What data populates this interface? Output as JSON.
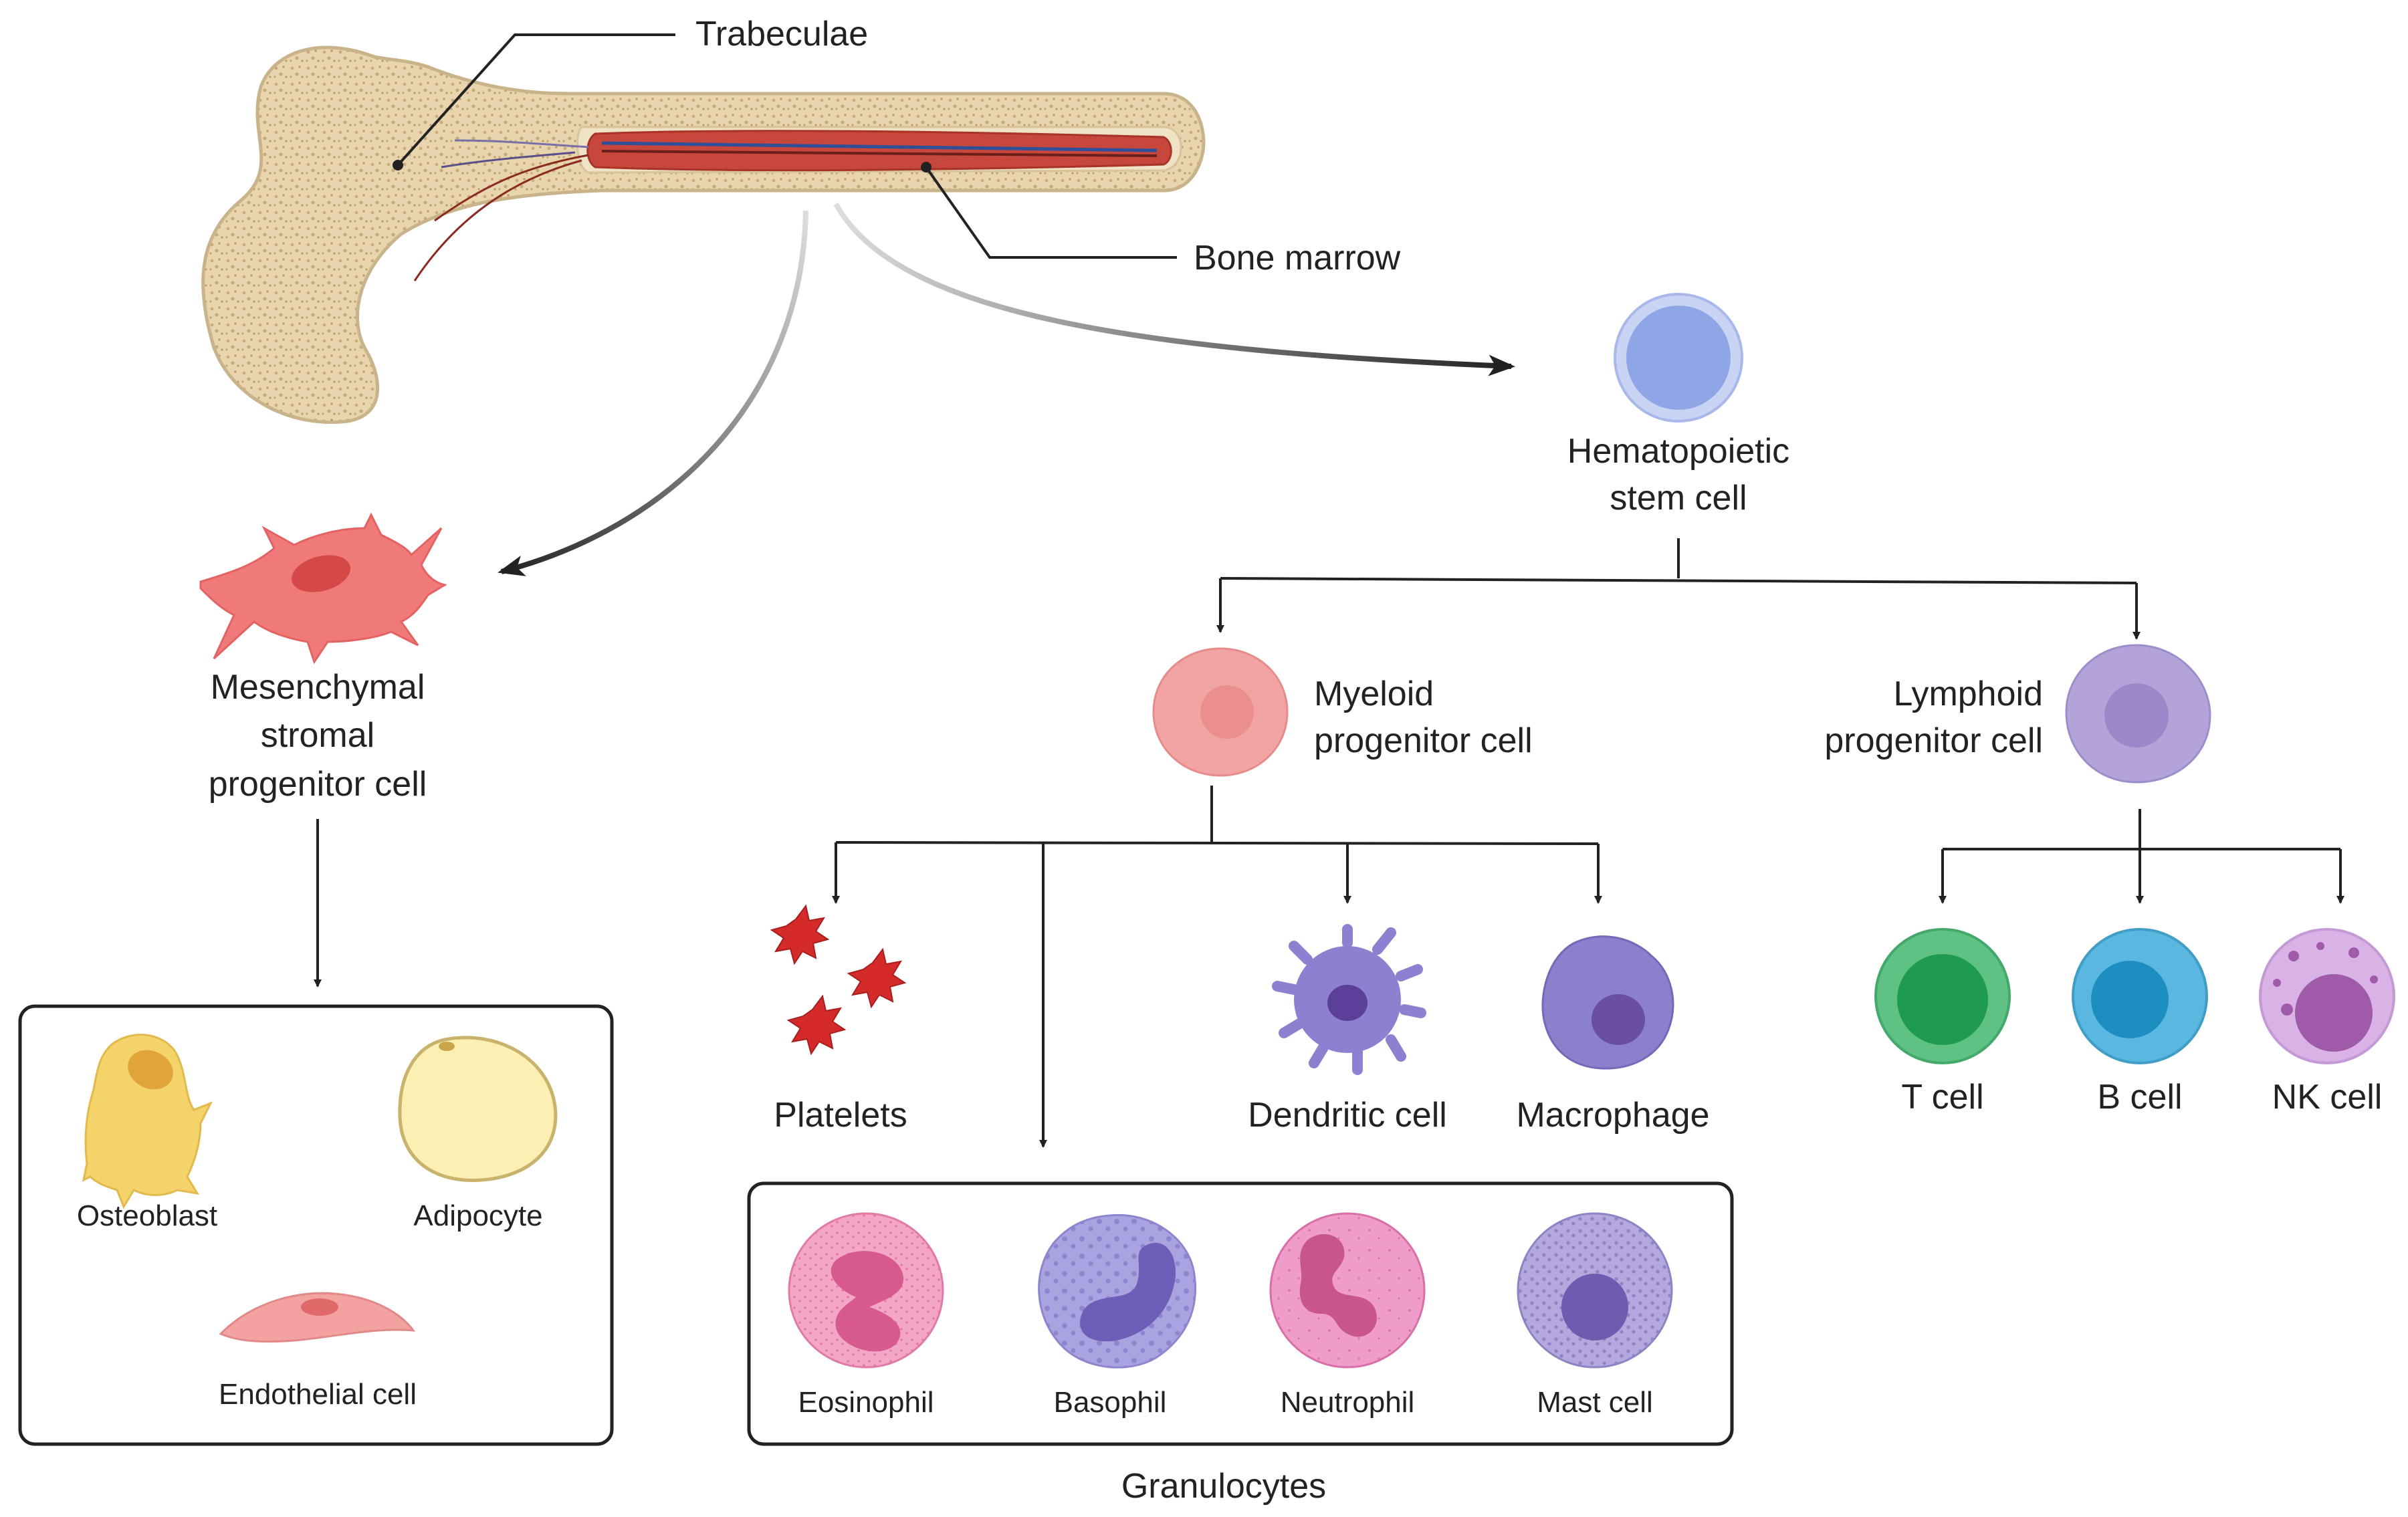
{
  "labels": {
    "trabeculae": "Trabeculae",
    "bone_marrow": "Bone marrow",
    "hsc_line1": "Hematopoietic",
    "hsc_line2": "stem cell",
    "msc_line1": "Mesenchymal",
    "msc_line2": "stromal",
    "msc_line3": "progenitor cell",
    "myeloid_line1": "Myeloid",
    "myeloid_line2": "progenitor cell",
    "lymphoid_line1": "Lymphoid",
    "lymphoid_line2": "progenitor cell",
    "osteoblast": "Osteoblast",
    "adipocyte": "Adipocyte",
    "endothelial": "Endothelial cell",
    "platelets": "Platelets",
    "dendritic": "Dendritic cell",
    "macrophage": "Macrophage",
    "t_cell": "T cell",
    "b_cell": "B cell",
    "nk_cell": "NK cell",
    "eosinophil": "Eosinophil",
    "basophil": "Basophil",
    "neutrophil": "Neutrophil",
    "mast_cell": "Mast cell",
    "granulocytes": "Granulocytes"
  },
  "colors": {
    "bone": "#e8d5ae",
    "bone_outline": "#c9b38a",
    "marrow": "#c8473c",
    "hsc": "#8fa6e6",
    "msc": "#f07a7a",
    "myeloid": "#f2a3a3",
    "lymphoid": "#b3a3d9",
    "platelet": "#d42a2a",
    "dendritic": "#8f7fd1",
    "macrophage": "#8c7fcc",
    "t_cell": "#5fc183",
    "b_cell": "#5ab8e0",
    "nk_cell": "#d9b3e6",
    "eosinophil": "#f4a6c6",
    "basophil": "#a9a3e0",
    "neutrophil": "#ef9ccb",
    "mast_cell": "#b5a8de",
    "osteoblast": "#f5d36b",
    "adipocyte": "#fbefb3",
    "endothelial": "#f3a2a2"
  }
}
